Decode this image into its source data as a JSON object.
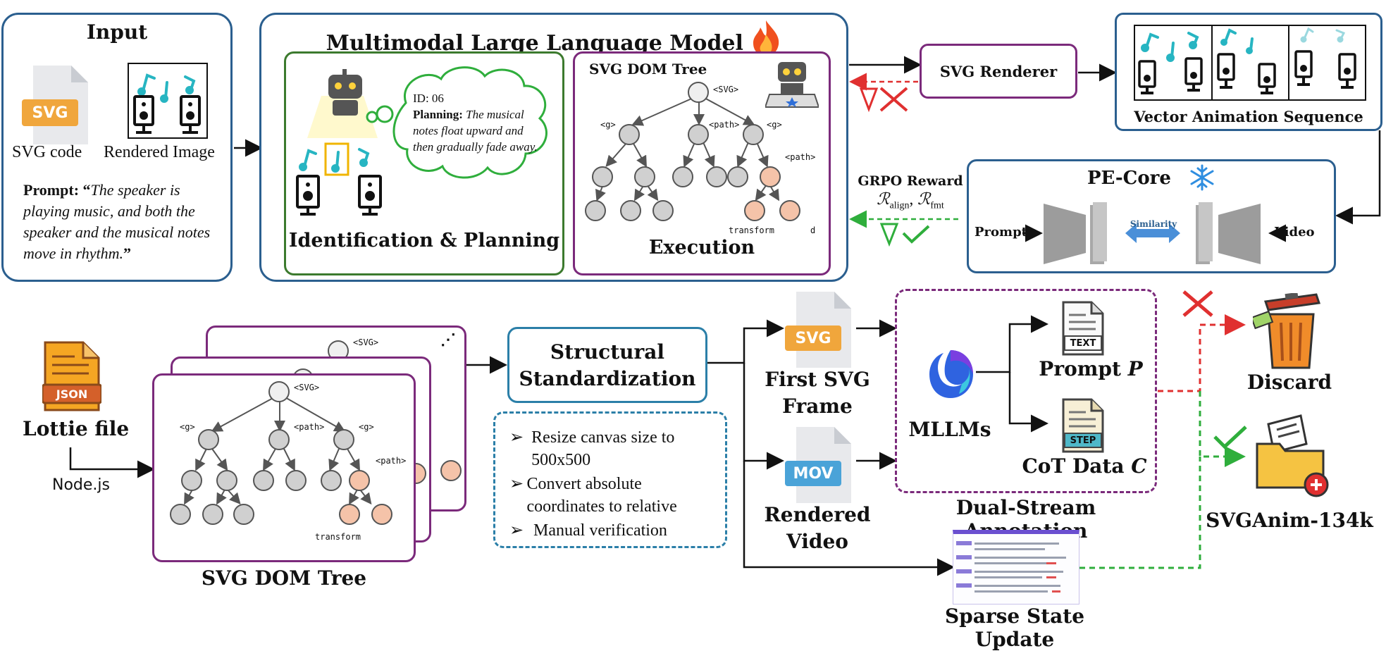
{
  "input": {
    "title": "Input",
    "svg_icon_text": "SVG",
    "svg_code_label": "SVG code",
    "rendered_image_label": "Rendered Image",
    "prompt_label": "Prompt:",
    "prompt_text": "The speaker is playing music, and both the speaker and the musical notes move in rhythm.",
    "open_quote": "“",
    "close_quote": "”"
  },
  "mllm": {
    "title": "Multimodal Large Language Model",
    "planning": {
      "id_text": "ID: 06",
      "planning_label": "Planning:",
      "planning_text": "The musical notes float upward and then gradually fade away.",
      "caption": "Identification & Planning"
    },
    "execution": {
      "tree_title": "SVG DOM Tree",
      "root_tag": "<SVG>",
      "tag_g1": "<g>",
      "tag_path1": "<path>",
      "tag_g2": "<g>",
      "tag_path2": "<path>",
      "attr_transform": "transform",
      "attr_d": "d",
      "caption": "Execution"
    }
  },
  "renderer": {
    "label": "SVG Renderer"
  },
  "animation": {
    "label": "Vector Animation Sequence"
  },
  "pecore": {
    "title": "PE-Core",
    "prompt_label": "Prompt",
    "video_label": "Video",
    "similarity_label": "Similarity"
  },
  "reward": {
    "label": "GRPO Reward",
    "formula": "ℛ",
    "sub_align": "align",
    "sub_fmt": "fmt",
    "sep": ", ",
    "grad_symbol": "∇"
  },
  "pipeline": {
    "lottie_label": "Lottie file",
    "json_icon_text": "JSON",
    "nodejs_label": "Node.js",
    "dom_tree_caption": "SVG DOM Tree",
    "tree_root_tag": "<SVG>",
    "tree_tag_g1": "<g>",
    "tree_tag_path1": "<path>",
    "tree_tag_g2": "<g>",
    "tree_tag_path2": "<path>",
    "tree_attr_transform": "transform",
    "structural_title_line1": "Structural",
    "structural_title_line2": "Standardization",
    "steps": [
      "Resize canvas size to 500x500",
      "Convert absolute coordinates to relative",
      "Manual verification"
    ],
    "first_frame_icon_text": "SVG",
    "first_frame_label_line1": "First SVG",
    "first_frame_label_line2": "Frame",
    "video_icon_text": "MOV",
    "video_label_line1": "Rendered",
    "video_label_line2": "Video",
    "mllms_label": "MLLMs",
    "prompt_out_label": "Prompt",
    "prompt_out_var": "P",
    "cot_out_label": "CoT Data",
    "cot_out_var": "C",
    "text_icon_text": "TEXT",
    "step_icon_text": "STEP",
    "annotation_label": "Dual-Stream Annotation",
    "sparse_label": "Sparse State Update",
    "discard_label": "Discard",
    "dataset_label": "SVGAnim-134k"
  },
  "colors": {
    "blue_border": "#2b5f8f",
    "purple_border": "#7b2a7b",
    "green_border": "#3c7a2e",
    "reject_red": "#e03030",
    "accept_green": "#2fae3c",
    "note_teal": "#27b5c2",
    "svg_orange": "#f0a63c",
    "mov_blue": "#4aa3d8",
    "json_orange": "#d4602a"
  }
}
